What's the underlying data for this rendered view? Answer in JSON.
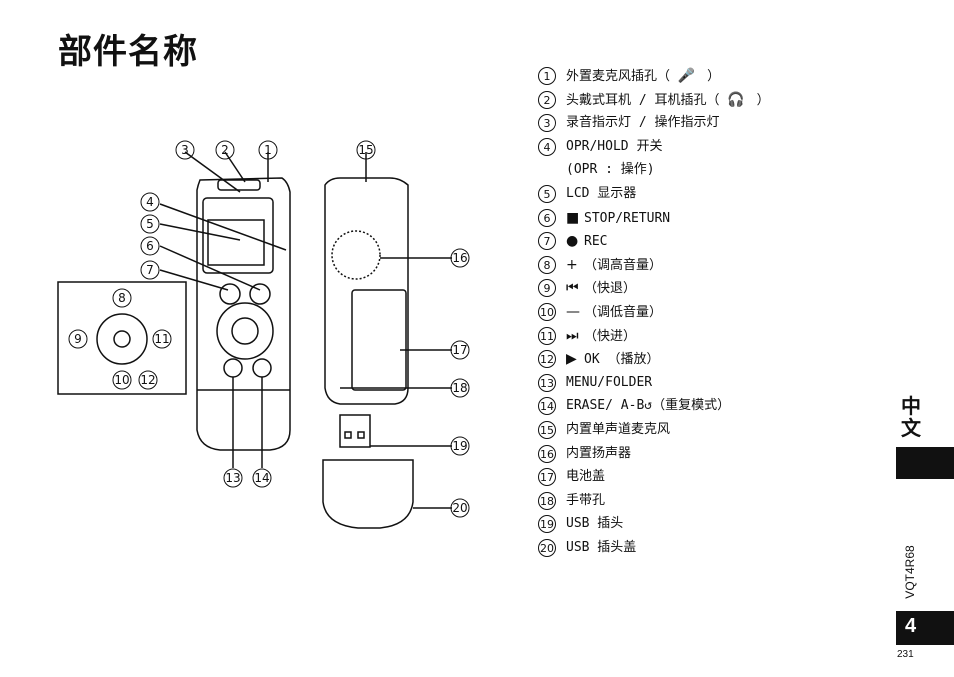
{
  "title": "部件名称",
  "parts": [
    {
      "num": "1",
      "label": "外置麦克风插孔（ ",
      "symbol": "mic-icon",
      "suffix": " ）"
    },
    {
      "num": "2",
      "label": "头戴式耳机 / 耳机插孔（ ",
      "symbol": "headphone-icon",
      "suffix": " ）"
    },
    {
      "num": "3",
      "label": "录音指示灯 / 操作指示灯"
    },
    {
      "num": "4",
      "label": "OPR/HOLD 开关",
      "sub": "(OPR : 操作)"
    },
    {
      "num": "5",
      "label": "LCD 显示器"
    },
    {
      "num": "6",
      "sym": "■",
      "label": "STOP/RETURN"
    },
    {
      "num": "7",
      "sym": "●",
      "label": "REC"
    },
    {
      "num": "8",
      "sym": "+",
      "label": "（调高音量）"
    },
    {
      "num": "9",
      "sym": "⏮",
      "label": "（快退）"
    },
    {
      "num": "10",
      "sym": "—",
      "label": "（调低音量）"
    },
    {
      "num": "11",
      "sym": "⏭",
      "label": "（快进）"
    },
    {
      "num": "12",
      "sym": "▶",
      "label": "OK （播放）"
    },
    {
      "num": "13",
      "label": "MENU/FOLDER"
    },
    {
      "num": "14",
      "label": "ERASE/ A-B↺（重复模式）"
    },
    {
      "num": "15",
      "label": "内置单声道麦克风"
    },
    {
      "num": "16",
      "label": "内置扬声器"
    },
    {
      "num": "17",
      "label": "电池盖"
    },
    {
      "num": "18",
      "label": "手带孔"
    },
    {
      "num": "19",
      "label": "USB 插头"
    },
    {
      "num": "20",
      "label": "USB 插头盖"
    }
  ],
  "side": {
    "lang": "中文",
    "code": "VQT4R68",
    "page": "4",
    "page_number": "231"
  }
}
